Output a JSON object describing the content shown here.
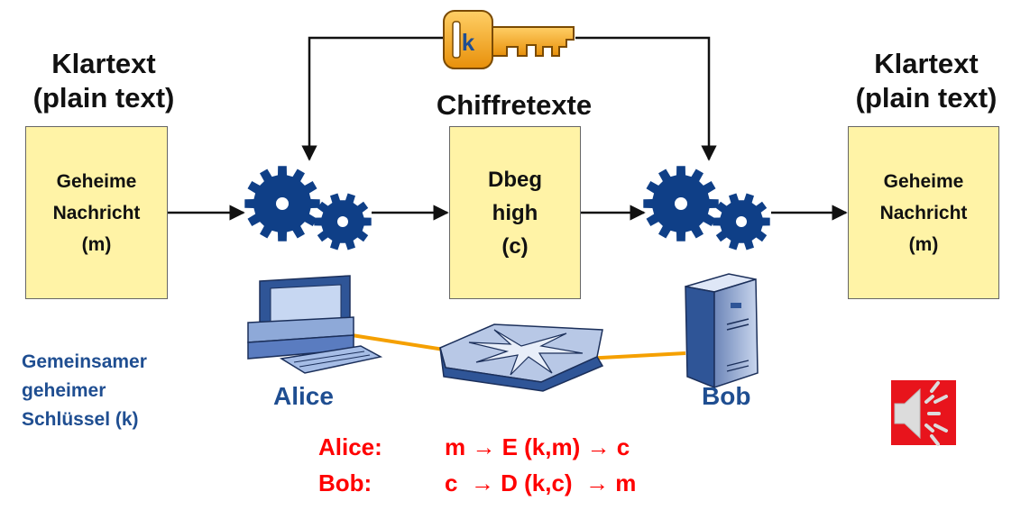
{
  "left": {
    "heading_line1": "Klartext",
    "heading_line2": "(plain text)",
    "box_lines": [
      "Geheime",
      "Nachricht",
      "(m)"
    ]
  },
  "middle": {
    "heading": "Chiffretexte",
    "box_lines": [
      "Dbeg",
      "high",
      "(c)"
    ]
  },
  "right": {
    "heading_line1": "Klartext",
    "heading_line2": "(plain text)",
    "box_lines": [
      "Geheime",
      "Nachricht",
      "(m)"
    ]
  },
  "key": {
    "letter": "k",
    "label_lines": [
      "Gemeinsamer",
      "geheimer",
      "Schlüssel (k)"
    ]
  },
  "parties": {
    "alice": "Alice",
    "bob": "Bob"
  },
  "formulas": [
    {
      "who": "Alice:",
      "expr": "m → E (k,m) → c"
    },
    {
      "who": "Bob:",
      "expr": "c  → D (k,c)  → m"
    }
  ],
  "colors": {
    "box_fill": "#fff3a6",
    "gear": "#0f3f87",
    "key": "#f5a623",
    "label_blue": "#1f4e91",
    "formula_red": "#ff0000",
    "network_line": "#f5a000",
    "speaker_bg": "#e8141c"
  },
  "icons": [
    "gear-icon",
    "key-icon",
    "computer-icon",
    "network-hub-icon",
    "server-icon",
    "speaker-icon"
  ]
}
